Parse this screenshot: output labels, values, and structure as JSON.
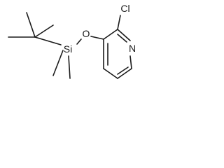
{
  "molecule": {
    "atoms": {
      "chlorine": "Cl",
      "oxygen": "O",
      "silicon": "Si",
      "nitrogen": "N"
    }
  }
}
